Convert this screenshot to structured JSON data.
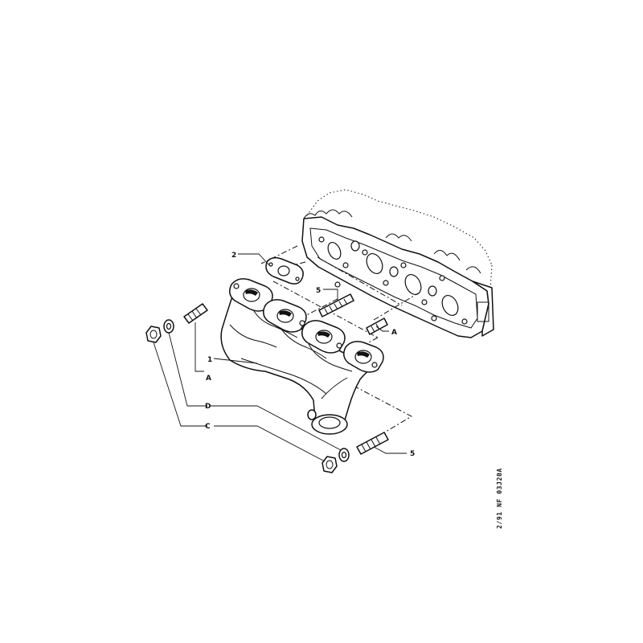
{
  "callouts": {
    "manifold": "1",
    "gasket": "2",
    "stud_upper": "5",
    "stud_lower": "5",
    "stud_left": "A",
    "stud_right": "A",
    "washer": "D",
    "nut": "C"
  },
  "reference_code": "2/91 NF 03J20A"
}
